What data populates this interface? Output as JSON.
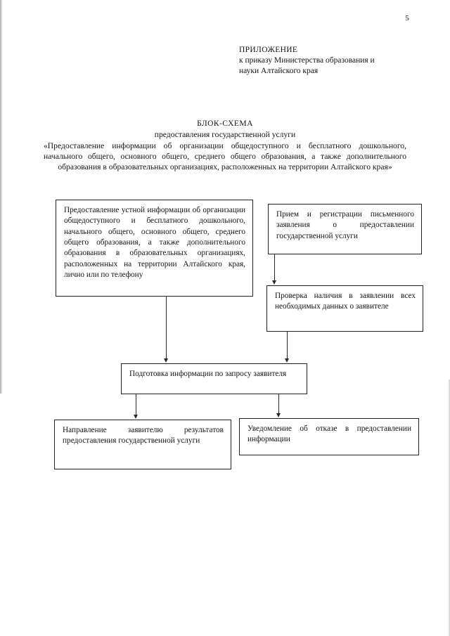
{
  "page": {
    "number": "5",
    "language": "ru"
  },
  "appendix": {
    "line1": "ПРИЛОЖЕНИЕ",
    "line2": "к приказу Министерства образования и",
    "line3": "науки Алтайского края"
  },
  "title": {
    "doc_title": "БЛОК-СХЕМА",
    "doc_subtitle": "предоставления государственной услуги",
    "doc_quote": "«Предоставление информации об организации общедоступного и бесплатного дошкольного, начального общего, основного общего, среднего общего образования, а также дополнительного образования в образовательных организациях, расположенных на территории Алтайского края»"
  },
  "flowchart": {
    "type": "flowchart",
    "orientation": "top-to-bottom",
    "nodes": [
      {
        "id": "oral",
        "label": "Предоставление устной информации об организации общедоступного и бесплатного дошкольного, начального общего, основного общего, среднего общего образования, а также дополнительного образования в образовательных организациях, расположенных на территории Алтайского края, лично или по телефону"
      },
      {
        "id": "intake",
        "label": "Прием и регистрации письменного заявления о предоставлении государственной услуги"
      },
      {
        "id": "check",
        "label": "Проверка наличия в заявлении всех необходимых данных о заявителе"
      },
      {
        "id": "prepare",
        "label": "Подготовка информации по запросу заявителя"
      },
      {
        "id": "send",
        "label": "Направление заявителю результатов предоставления государственной услуги"
      },
      {
        "id": "refusal",
        "label": "Уведомление об отказе в предоставлении информации"
      }
    ],
    "edges": [
      {
        "from": "oral",
        "to": "prepare"
      },
      {
        "from": "intake",
        "to": "check"
      },
      {
        "from": "check",
        "to": "prepare"
      },
      {
        "from": "prepare",
        "to": "send"
      },
      {
        "from": "prepare",
        "to": "refusal"
      }
    ],
    "line_color": "#2a2827"
  }
}
